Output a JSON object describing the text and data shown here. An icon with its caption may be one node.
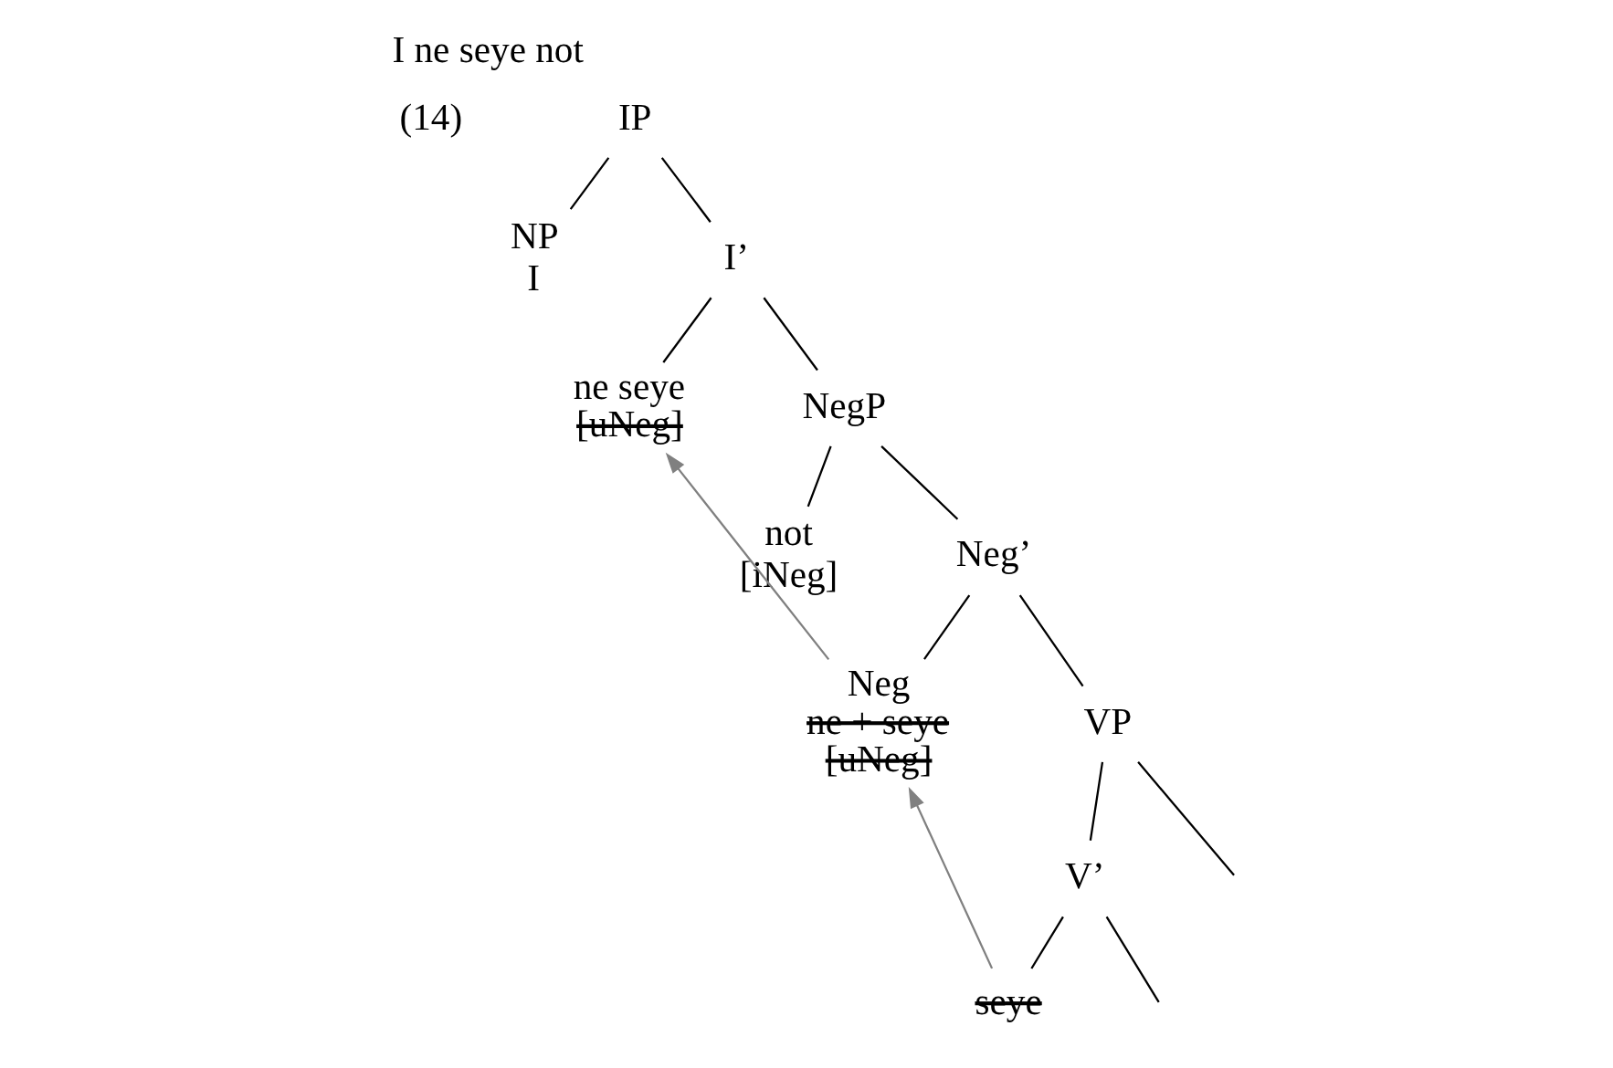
{
  "diagram": {
    "title": "I ne seye not",
    "nodes": [
      {
        "text": [
          "IP"
        ]
      },
      {
        "text": [
          "NP",
          "I"
        ]
      },
      {
        "text": [
          "I’"
        ]
      },
      {
        "text": [
          "ne seye",
          "[uNeg]"
        ]
      },
      {
        "text": [
          "NegP"
        ]
      },
      {
        "text": [
          "not",
          "[iNeg]"
        ]
      },
      {
        "text": [
          "Neg’"
        ]
      },
      {
        "text": [
          "Neg",
          "ne + seye",
          "[uNeg]"
        ]
      },
      {
        "text": [
          "VP"
        ]
      },
      {
        "text": [
          "V’"
        ]
      },
      {
        "text": [
          "seye"
        ]
      }
    ],
    "edges": [
      {
        "from": 0,
        "to": 1,
        "arrow": "none"
      },
      {
        "from": 0,
        "to": 2,
        "arrow": "none"
      },
      {
        "from": 2,
        "to": 3,
        "arrow": "none"
      },
      {
        "from": 2,
        "to": 4,
        "arrow": "none"
      },
      {
        "from": 4,
        "to": 5,
        "arrow": "none"
      },
      {
        "from": 4,
        "to": 6,
        "arrow": "none"
      },
      {
        "from": 6,
        "to": 7,
        "arrow": "none"
      },
      {
        "from": 6,
        "to": 8,
        "arrow": "none"
      },
      {
        "from": 8,
        "to": null,
        "arrow": "none"
      },
      {
        "from": 8,
        "to": 9,
        "arrow": "none"
      },
      {
        "from": 9,
        "to": 10,
        "arrow": "none"
      },
      {
        "from": 9,
        "to": null,
        "arrow": "none"
      },
      {
        "from": 10,
        "to": 7,
        "arrow": "to",
        "color": "#808080"
      },
      {
        "from": 7,
        "to": 3,
        "arrow": "to",
        "color": "#808080"
      }
    ],
    "labels": [
      "(14)"
    ]
  }
}
